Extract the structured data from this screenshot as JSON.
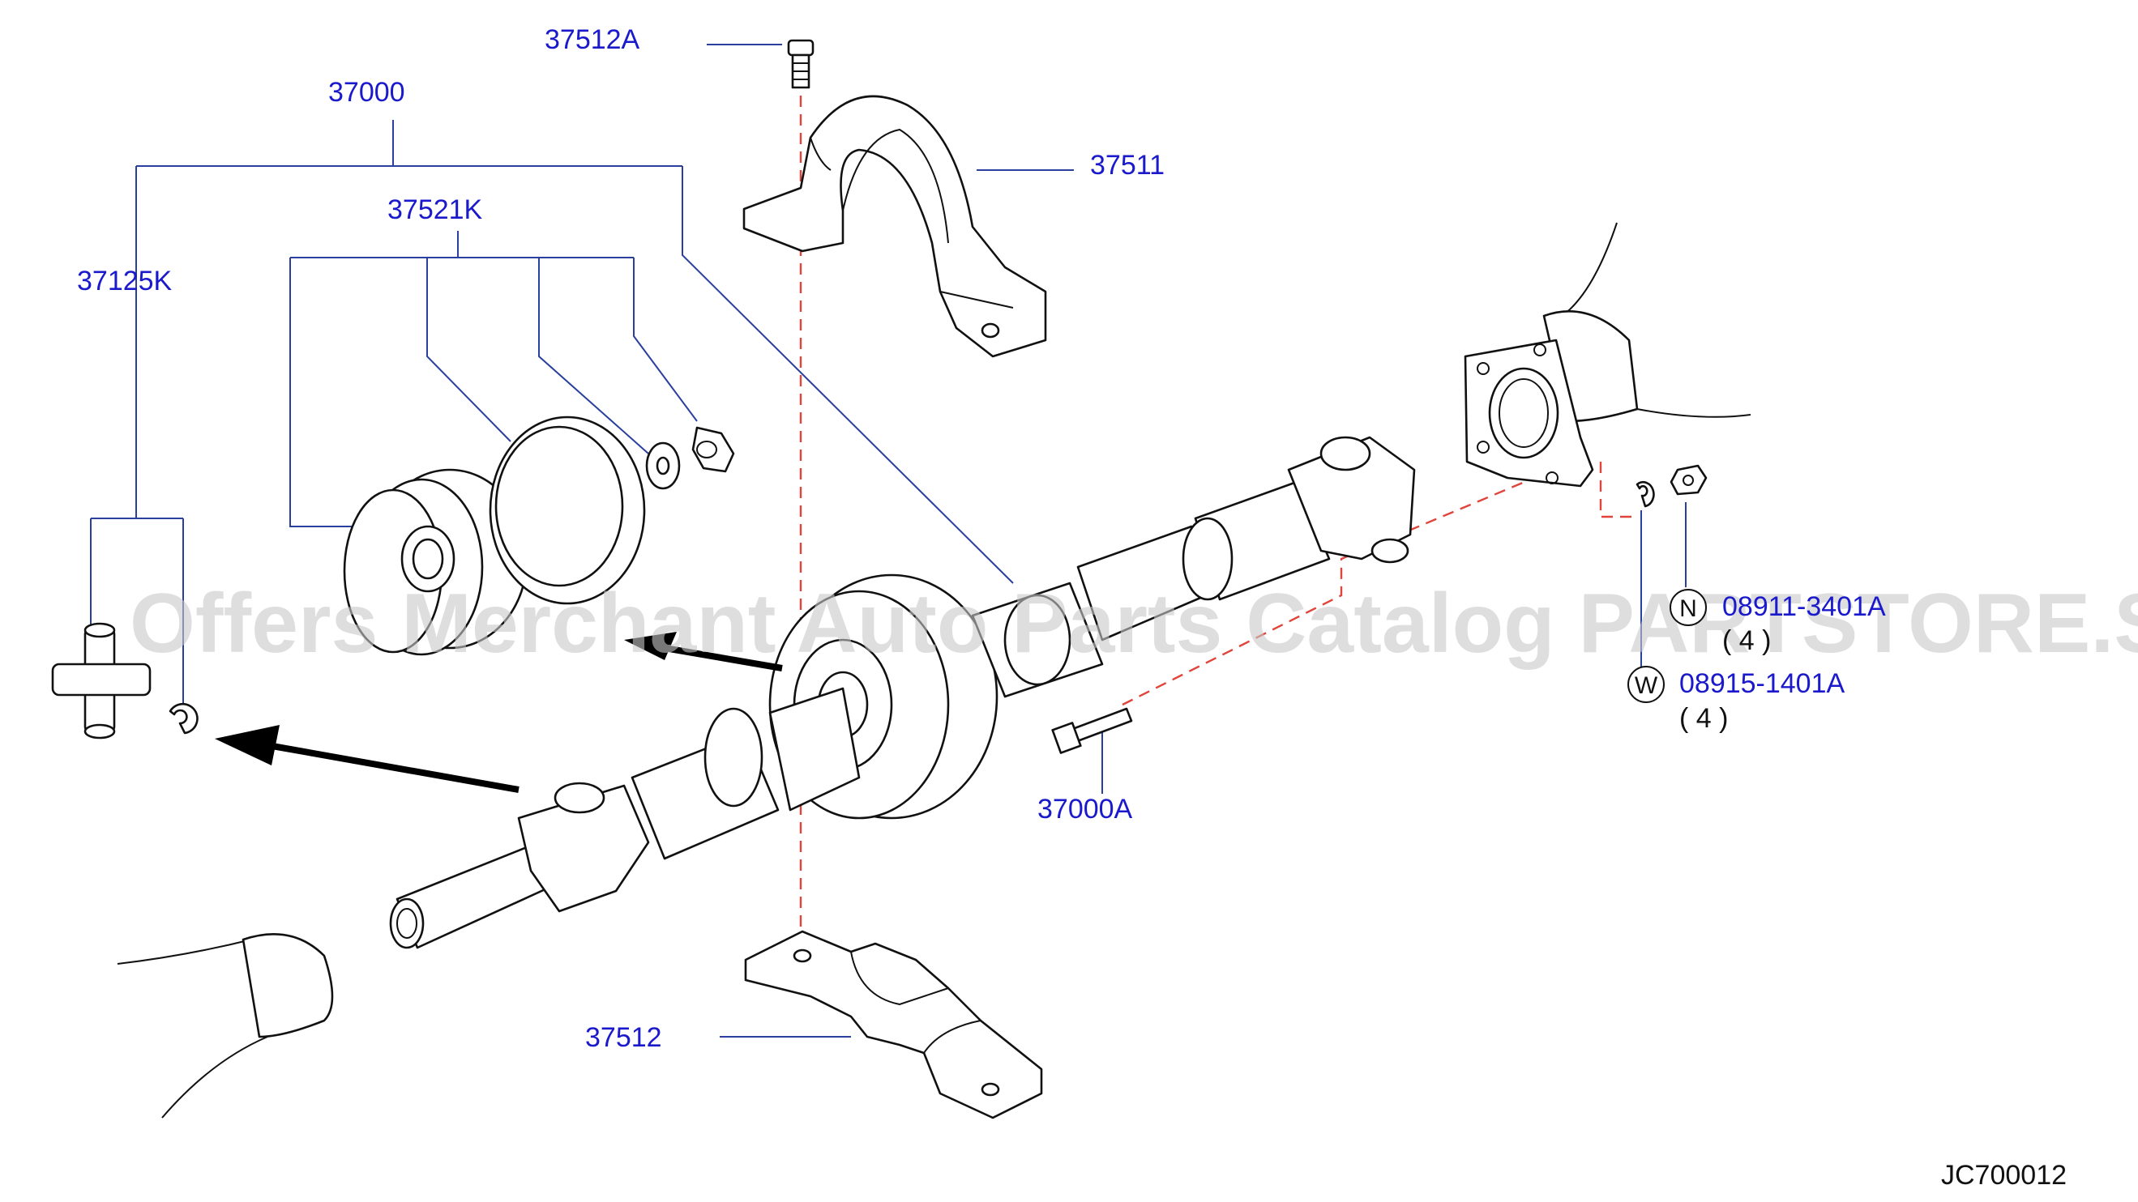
{
  "diagram_code": "JC700012",
  "watermark": "Offers Merchant Auto Parts Catalog PARTSTORE.SA",
  "callouts": {
    "p37512A": "37512A",
    "p37000": "37000",
    "p37511": "37511",
    "p37521K": "37521K",
    "p37125K": "37125K",
    "p37000A": "37000A",
    "p37512": "37512",
    "nut_part": "08911-3401A",
    "washer_part": "08915-1401A"
  },
  "quantities": {
    "nut_qty": "( 4 )",
    "washer_qty": "( 4 )"
  },
  "markers": {
    "nut_letter": "N",
    "washer_letter": "W"
  },
  "colors": {
    "callout_text": "#1a1acc",
    "leader_line": "#2a3f9e",
    "dashed_line": "#e0443a",
    "watermark": "#c8c8c8"
  }
}
